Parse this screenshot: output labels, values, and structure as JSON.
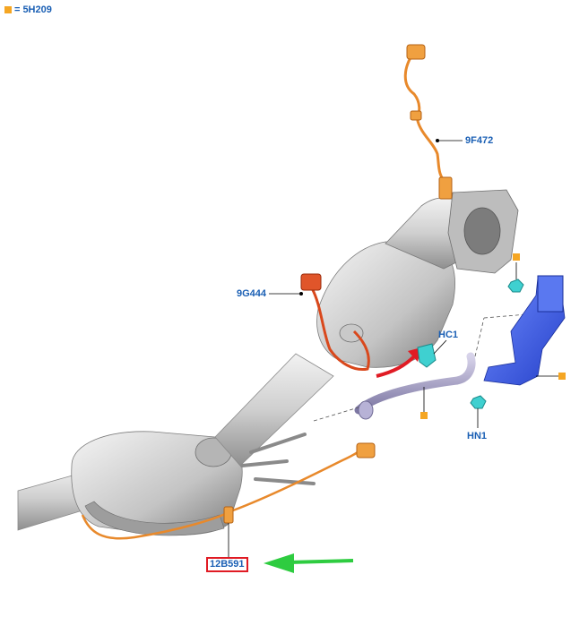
{
  "legend": {
    "symbol": "=",
    "code": "5H209",
    "square_color": "#f5a623"
  },
  "callouts": {
    "c9F472": "9F472",
    "c9G444": "9G444",
    "cHC1": "HC1",
    "cHN1": "HN1",
    "c12B591": "12B591"
  },
  "colors": {
    "label": "#1a5fb4",
    "highlight_box": "#e01b24",
    "arrow_green": "#2ecc40",
    "arrow_red": "#e01b24",
    "bracket_blue": "#3b5bdb",
    "clip_cyan": "#3fd0d0",
    "harness_orange": "#e8892b",
    "harness_red": "#d9481c",
    "metal_gray": "#c8c8c8"
  },
  "icons": [
    "orange-square-icon",
    "green-arrow-icon",
    "red-arrow-icon"
  ]
}
